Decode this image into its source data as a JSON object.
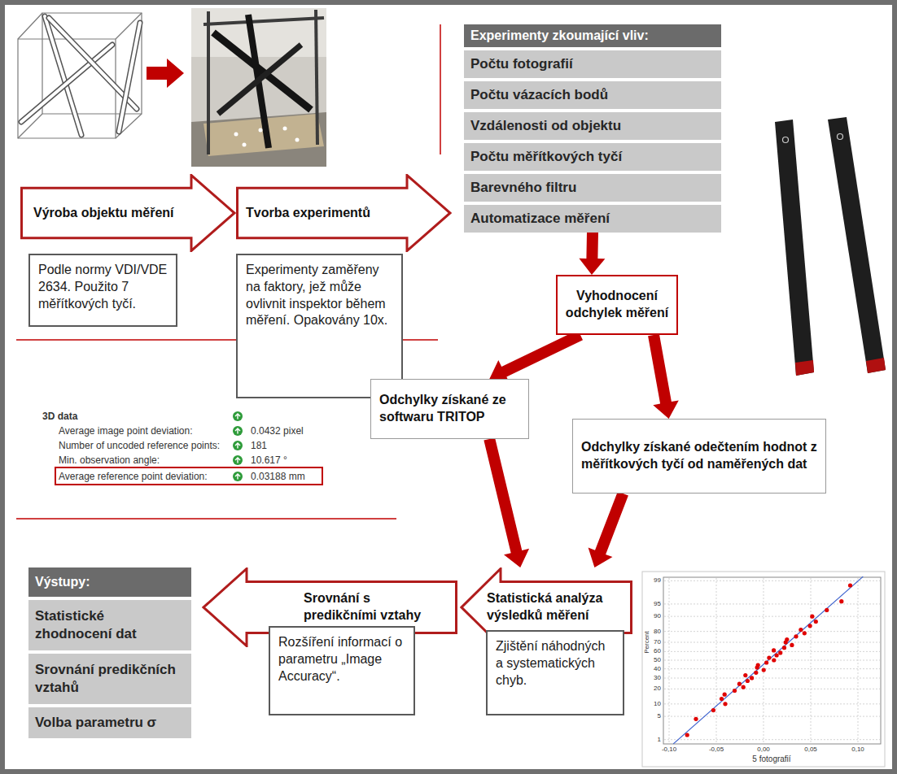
{
  "diagram": {
    "nodes": [
      {
        "text": [
          "Výroba objektu měření"
        ]
      },
      {
        "text": [
          "Tvorba experimentů"
        ]
      },
      {
        "text": [
          "Podle normy VDI/VDE 2634. Použito 7 měřítkových tyčí."
        ]
      },
      {
        "text": [
          "Experimenty zaměřeny na faktory, jež může ovlivnit inspektor během měření. Opakovány 10x."
        ]
      },
      {
        "text": [
          "Experimenty zkoumající vliv:"
        ]
      },
      {
        "text": [
          "Počtu fotografií"
        ]
      },
      {
        "text": [
          "Počtu vázacích bodů"
        ]
      },
      {
        "text": [
          "Vzdálenosti od objektu"
        ]
      },
      {
        "text": [
          "Počtu měřítkových tyčí"
        ]
      },
      {
        "text": [
          "Barevného filtru"
        ]
      },
      {
        "text": [
          "Automatizace měření"
        ]
      },
      {
        "text": [
          "Vyhodnocení odchylek měření"
        ]
      },
      {
        "text": [
          "Odchylky získané ze softwaru TRITOP"
        ]
      },
      {
        "text": [
          "Odchylky získané odečtením hodnot z měřítkových tyčí od naměřených dat"
        ]
      },
      {
        "text": [
          "Statistická analýza výsledků měření"
        ]
      },
      {
        "text": [
          "Zjištění náhodných a systematických chyb."
        ]
      },
      {
        "text": [
          "Srovnání s predikčními vztahy"
        ]
      },
      {
        "text": [
          "Rozšíření informací o parametru „Image Accuracy“."
        ]
      },
      {
        "text": [
          "Výstupy:"
        ]
      },
      {
        "text": [
          "Statistické zhodnocení dat"
        ]
      },
      {
        "text": [
          "Srovnání predikčních vztahů"
        ]
      },
      {
        "text": [
          "Volba parametru σ"
        ]
      }
    ],
    "edges": [
      {
        "from": 10,
        "to": 11,
        "arrow": "to"
      },
      {
        "from": 11,
        "to": 12,
        "arrow": "to"
      },
      {
        "from": 11,
        "to": 13,
        "arrow": "to"
      },
      {
        "from": 12,
        "to": 14,
        "arrow": "to"
      },
      {
        "from": 13,
        "to": 14,
        "arrow": "to"
      }
    ],
    "labels": [
      "3D data",
      "Average image point deviation:",
      "0.0432 pixel",
      "Number of uncoded reference points:",
      "181",
      "Min. observation angle:",
      "10.617 °",
      "Average reference point deviation:",
      "0.03188 mm",
      "Percent",
      "99",
      "95",
      "90",
      "80",
      "70",
      "60",
      "50",
      "40",
      "30",
      "20",
      "10",
      "5",
      "1",
      "-0,10",
      "-0,05",
      "0,00",
      "0,05",
      "0,10",
      "5 fotografií"
    ]
  }
}
